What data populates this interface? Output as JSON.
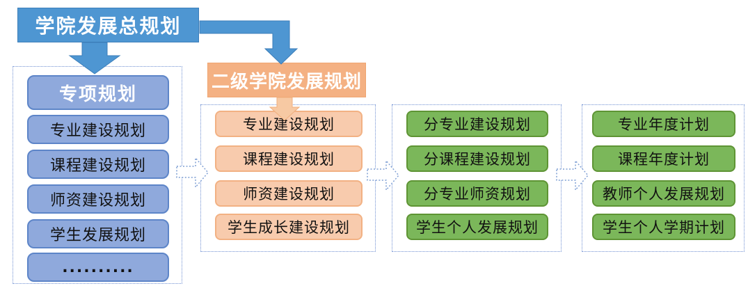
{
  "diagram": {
    "root": {
      "label": "学院发展总规划"
    },
    "special_plans": {
      "header": "专项规划",
      "items": [
        "专业建设规划",
        "课程建设规划",
        "师资建设规划",
        "学生发展规划",
        ".........."
      ]
    },
    "secondary_college": {
      "header": "二级学院发展规划",
      "items": [
        "专业建设规划",
        "课程建设规划",
        "师资建设规划",
        "学生成长建设规划"
      ]
    },
    "per_major_plans": {
      "items": [
        "分专业建设规划",
        "分课程建设规划",
        "分专业师资规划",
        "学生个人发展规划"
      ]
    },
    "annual_plans": {
      "items": [
        "专业年度计划",
        "课程年度计划",
        "教师个人发展规划",
        "学生个人学期计划"
      ]
    },
    "colors": {
      "primary_blue": "#4E96D2",
      "light_blue_fill": "#8FA9DC",
      "light_blue_border": "#5D85C8",
      "orange_fill": "#F4B183",
      "light_orange_fill": "#F8CBAD",
      "light_orange_border": "#F2B183",
      "green_fill": "#7BB75A",
      "green_border": "#5E9434",
      "dashed_container_blue": "#6F8FD2"
    }
  }
}
